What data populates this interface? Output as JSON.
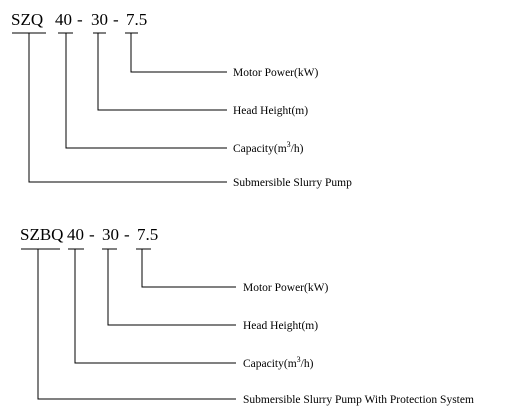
{
  "diagrams": [
    {
      "code": {
        "prefix": "SZQ",
        "capacity": "40",
        "sep1": "-",
        "head": "30",
        "sep2": "-",
        "power": "7.5"
      },
      "labels": {
        "power": "Motor Power(kW)",
        "head": "Head Height(m)",
        "capacity_pre": "Capacity(m",
        "capacity_sup": "3",
        "capacity_post": "/h)",
        "type": "Submersible Slurry Pump"
      }
    },
    {
      "code": {
        "prefix": "SZBQ",
        "capacity": "40",
        "sep1": "-",
        "head": "30",
        "sep2": "-",
        "power": "7.5"
      },
      "labels": {
        "power": "Motor Power(kW)",
        "head": "Head Height(m)",
        "capacity_pre": "Capacity(m",
        "capacity_sup": "3",
        "capacity_post": "/h)",
        "type": "Submersible Slurry Pump With Protection System"
      }
    }
  ]
}
